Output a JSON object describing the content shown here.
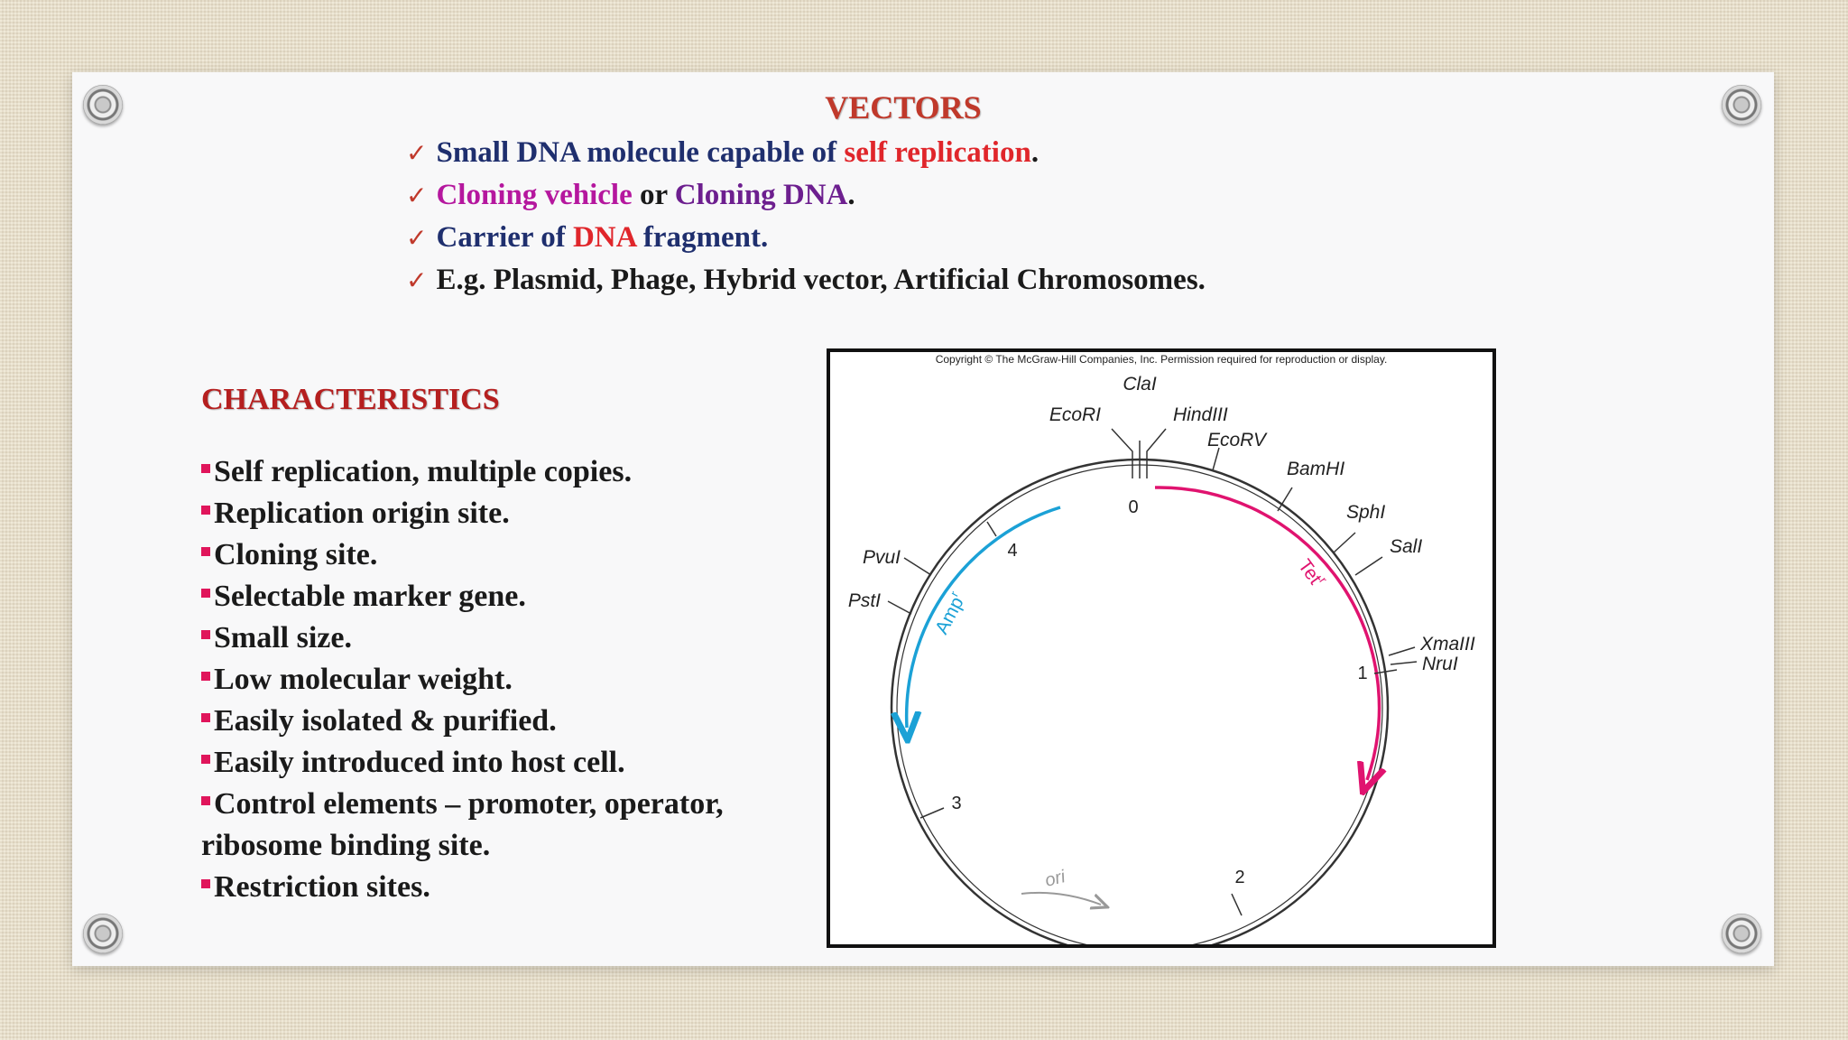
{
  "slide": {
    "title": "VECTORS",
    "bullets": [
      {
        "parts": [
          {
            "text": "Small DNA molecule capable of ",
            "color": "navy"
          },
          {
            "text": "self replication",
            "color": "red"
          },
          {
            "text": ".",
            "color": "black"
          }
        ]
      },
      {
        "parts": [
          {
            "text": "Cloning vehicle",
            "color": "magenta"
          },
          {
            "text": " or ",
            "color": "black"
          },
          {
            "text": "Cloning DNA",
            "color": "purple"
          },
          {
            "text": ".",
            "color": "black"
          }
        ]
      },
      {
        "parts": [
          {
            "text": "Carrier of ",
            "color": "navy"
          },
          {
            "text": "DNA",
            "color": "red"
          },
          {
            "text": " fragment.",
            "color": "navy"
          }
        ]
      },
      {
        "parts": [
          {
            "text": "E.g. Plasmid, Phage, Hybrid vector, Artificial Chromosomes.",
            "color": "black"
          }
        ]
      }
    ],
    "check_glyph": "✓",
    "characteristics": {
      "title": "CHARACTERISTICS",
      "items": [
        "Self replication, multiple copies.",
        "Replication origin site.",
        "Cloning site.",
        "Selectable marker gene.",
        "Small size.",
        "Low molecular weight.",
        "Easily isolated & purified.",
        "Easily introduced into host cell.",
        "Control elements – promoter, operator, ribosome binding site.",
        "Restriction sites."
      ]
    },
    "figure": {
      "copyright": "Copyright © The McGraw-Hill Companies, Inc. Permission required for reproduction or display.",
      "sites": [
        "ClaI",
        "EcoRI",
        "HindIII",
        "EcoRV",
        "BamHI",
        "SphI",
        "SalI",
        "XmaIII",
        "NruI",
        "PvuI",
        "PstI"
      ],
      "scale": [
        "0",
        "1",
        "2",
        "3",
        "4"
      ],
      "genes": {
        "amp": "Amp",
        "amp_sup": "r",
        "tet": "Tet",
        "tet_sup": "r",
        "ori": "ori"
      }
    },
    "colors": {
      "title": "#c0392b",
      "navy": "#1f2f6e",
      "red": "#e0262b",
      "magenta": "#b5179e",
      "purple": "#6d1f8f",
      "amp_arrow": "#1ba1d6",
      "tet_arrow": "#e0136f",
      "ori_arrow": "#999999"
    }
  }
}
